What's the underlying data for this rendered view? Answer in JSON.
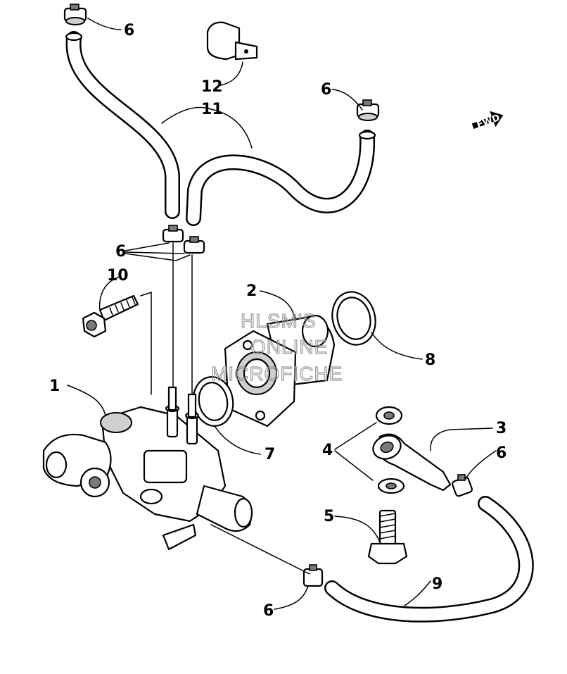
{
  "diagram": {
    "callouts": {
      "c1": "1",
      "c2": "2",
      "c3": "3",
      "c4": "4",
      "c5": "5",
      "c6a": "6",
      "c6b": "6",
      "c6c": "6",
      "c6d": "6",
      "c6e": "6",
      "c7": "7",
      "c8": "8",
      "c9": "9",
      "c10": "10",
      "c11": "11",
      "c12": "12"
    },
    "watermark": {
      "line1": "HLSM'S",
      "line2": "ONLINE",
      "line3": "MICROFICHE"
    },
    "direction_arrow": "FWD"
  }
}
